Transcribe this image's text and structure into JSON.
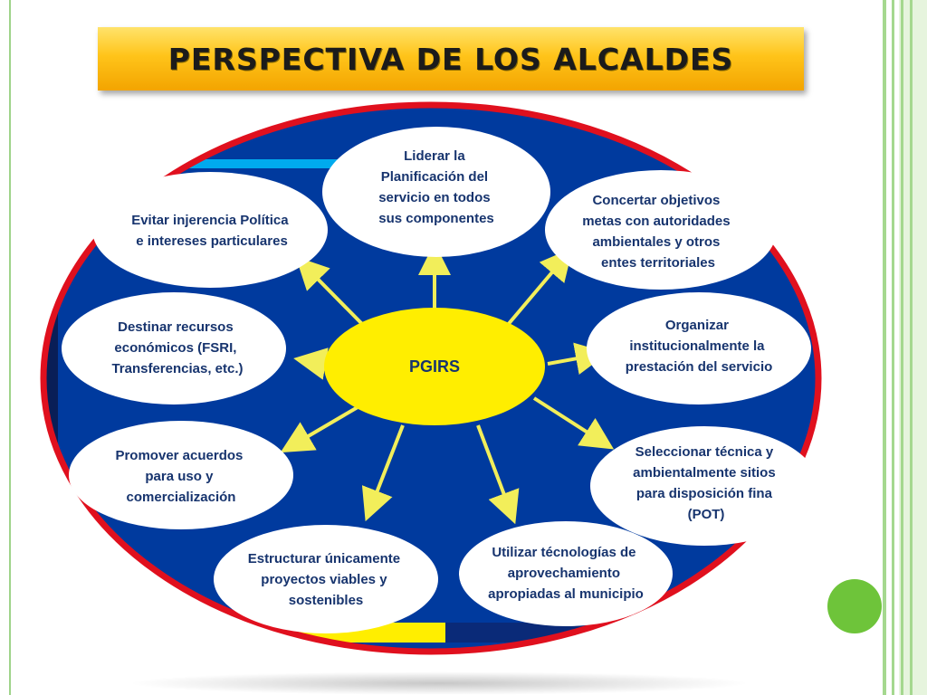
{
  "slide": {
    "title": "PERSPECTIVA DE LOS ALCALDES"
  },
  "diagram": {
    "hub": "PGIRS",
    "nodes": [
      {
        "id": "top",
        "lines": [
          "Liderar la",
          "Planificación del",
          "servicio en todos",
          "sus componentes"
        ]
      },
      {
        "id": "top-right",
        "lines": [
          "Concertar objetivos",
          "metas con autoridades",
          "ambientales y otros",
          "entes territoriales"
        ]
      },
      {
        "id": "right",
        "lines": [
          "Organizar",
          "institucionalmente la",
          "prestación del servicio"
        ]
      },
      {
        "id": "lower-right",
        "lines": [
          "Seleccionar  técnica y",
          "ambientalmente sitios",
          "para disposición fina",
          "(POT)"
        ]
      },
      {
        "id": "bottom-right",
        "lines": [
          "Utilizar  técnologías de",
          "aprovechamiento",
          "apropiadas al municipio"
        ]
      },
      {
        "id": "bottom-left",
        "lines": [
          "Estructurar únicamente",
          "proyectos viables y",
          "sostenibles"
        ]
      },
      {
        "id": "lower-left",
        "lines": [
          "Promover acuerdos",
          "para uso y",
          "comercialización"
        ]
      },
      {
        "id": "left",
        "lines": [
          "Destinar recursos",
          "económicos (FSRI,",
          "Transferencias, etc.)"
        ]
      },
      {
        "id": "top-left",
        "lines": [
          "Evitar injerencia Política",
          "e intereses particulares"
        ]
      }
    ]
  },
  "colors": {
    "panel_blue": "#003a9e",
    "frame_red": "#e0101e",
    "hub_yellow": "#ffee00",
    "arrow_yellow": "#f2ee5a",
    "node_text": "#17346e",
    "accent_green": "#6ec43a"
  }
}
